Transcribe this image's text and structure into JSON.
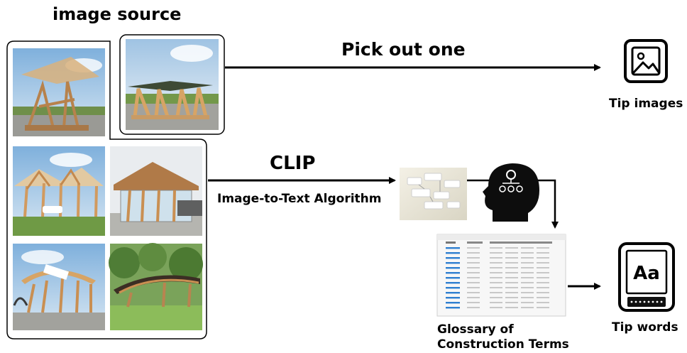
{
  "title": "image source",
  "arrow_top_label": "Pick out one",
  "arrow_mid_label": "CLIP",
  "arrow_mid_sublabel": "Image-to-Text Algorithm",
  "tip_images_label": "Tip images",
  "glossary_label_line1": "Glossary of",
  "glossary_label_line2": "Construction Terms",
  "tip_words_label": "Tip words",
  "tip_words_glyph": "Aa",
  "icons": {
    "tip_images": "image-icon",
    "tip_words": "ebook-reader-icon",
    "ai_head": "ai-head-icon",
    "text_bubbles": "text-bubbles-icon",
    "glossary_table": "spreadsheet-icon"
  },
  "colors": {
    "sky": "#a9c9e6",
    "wood": "#c98f52",
    "grass": "#6e9a44",
    "table_blue": "#2f7fd0"
  }
}
